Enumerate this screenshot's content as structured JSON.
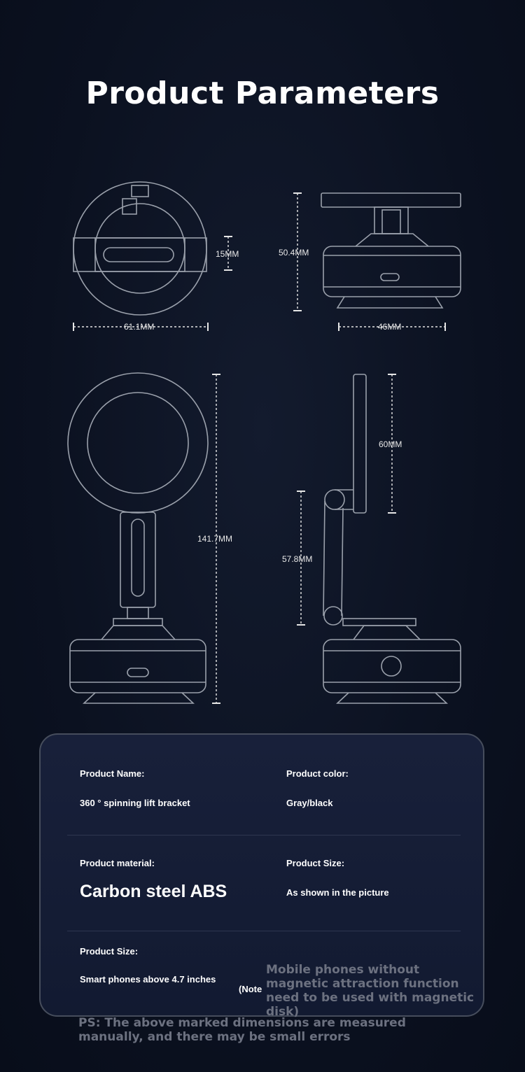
{
  "title": "Product Parameters",
  "dimensions": {
    "top_view_width": "61.1MM",
    "top_view_thickness": "15MM",
    "side_view_height": "50.4MM",
    "side_view_base": "46MM",
    "front_height": "141.7MM",
    "side_disk_height": "60MM",
    "side_arm_height": "57.8MM"
  },
  "specs": {
    "name_label": "Product Name:",
    "name_value": "360 ° spinning lift bracket",
    "color_label": "Product color:",
    "color_value": "Gray/black",
    "material_label": "Product material:",
    "material_value": "Carbon steel ABS",
    "size_label": "Product Size:",
    "size_value": "As shown in the picture",
    "phone_label": "Product Size:",
    "phone_value": "Smart phones above 4.7 inches",
    "note_prefix": "(Note",
    "note_text": "Mobile phones without magnetic attraction function need to be used with magnetic disk)"
  },
  "footnote": "PS: The above marked dimensions are measured manually, and there may be small errors",
  "colors": {
    "background": "#0b1120",
    "card": "#151d35",
    "line": "#9aa0ab",
    "muted_text": "#6c7180"
  }
}
